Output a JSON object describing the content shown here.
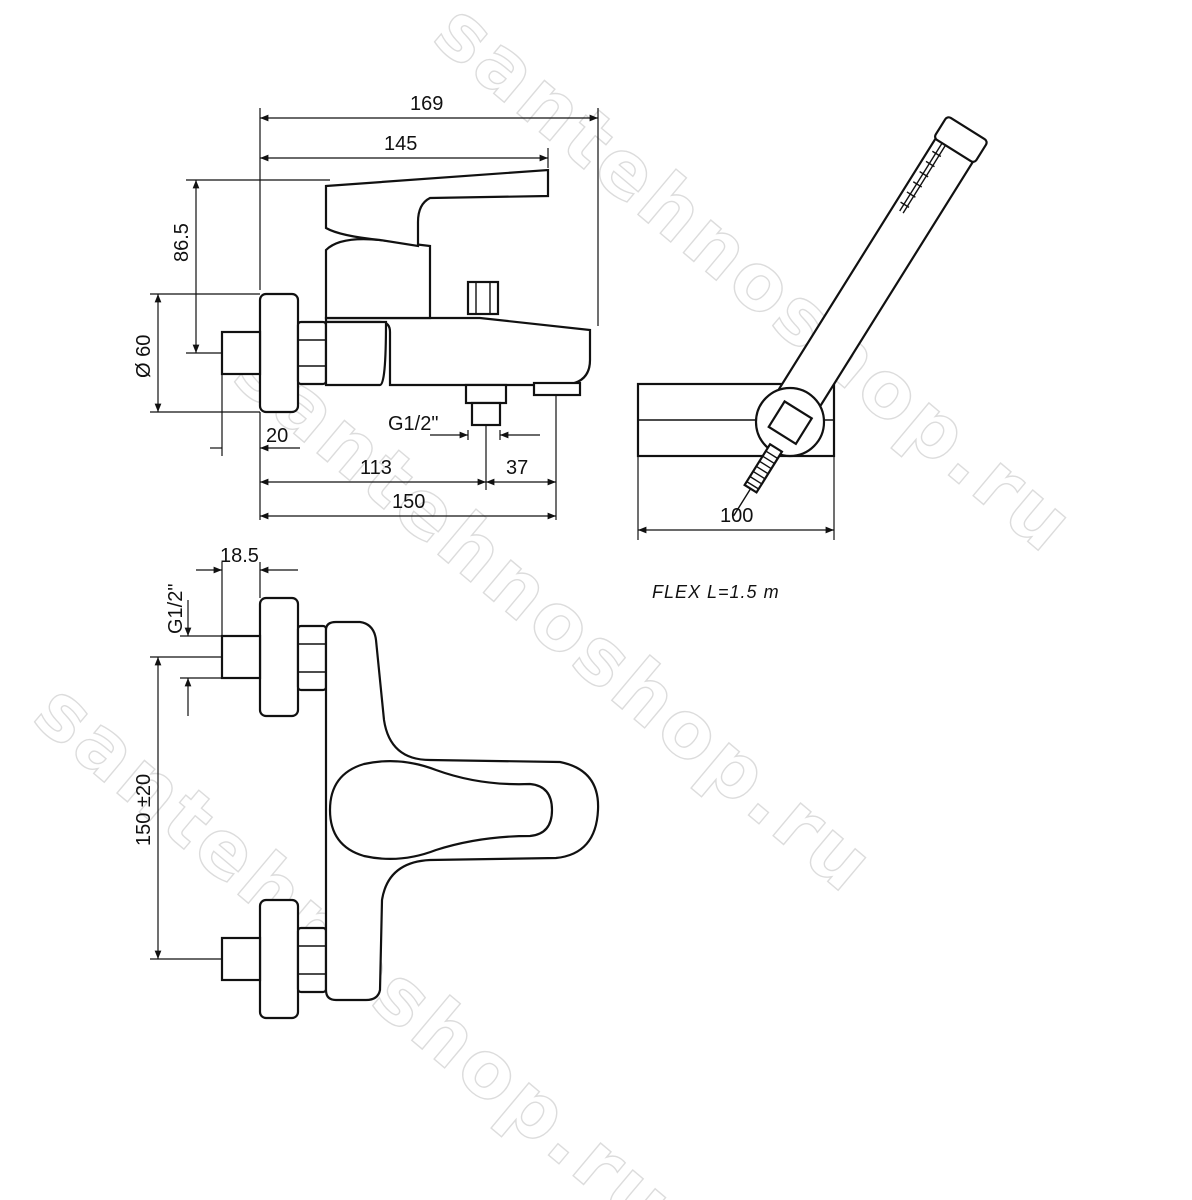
{
  "dimensions": {
    "width_169": "169",
    "width_145": "145",
    "height_86_5": "86.5",
    "diameter_60": "Ø 60",
    "thread_top": "G1/2\"",
    "offset_20": "20",
    "offset_113": "113",
    "offset_37": "37",
    "width_150": "150",
    "width_100": "100",
    "depth_18_5": "18.5",
    "thread_side": "G1/2\"",
    "centers_150": "150 ±20"
  },
  "note": "FLEX  L=1.5  m",
  "watermark": "santehnoshop.ru"
}
